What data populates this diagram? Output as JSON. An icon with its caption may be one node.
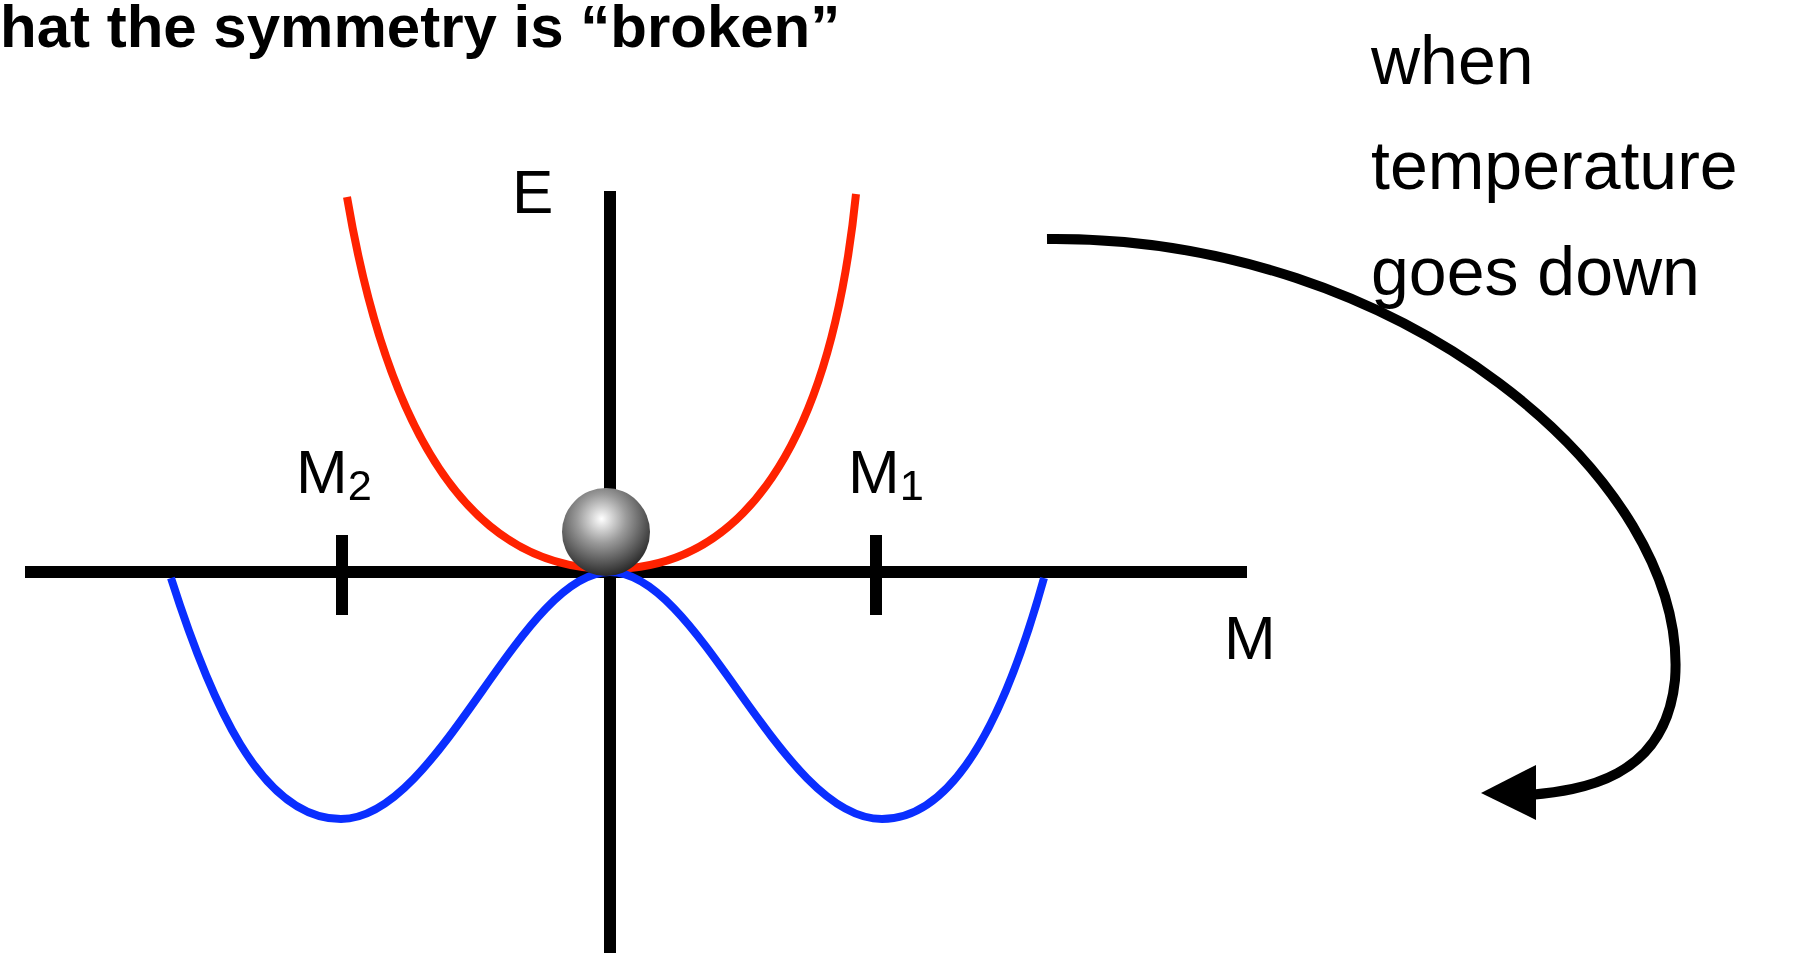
{
  "diagram": {
    "title": "hat the symmetry is “broken”",
    "labels": [
      "E",
      "M$_{2}$",
      "M$_{1}$",
      "M",
      "when temperature goes down"
    ]
  }
}
